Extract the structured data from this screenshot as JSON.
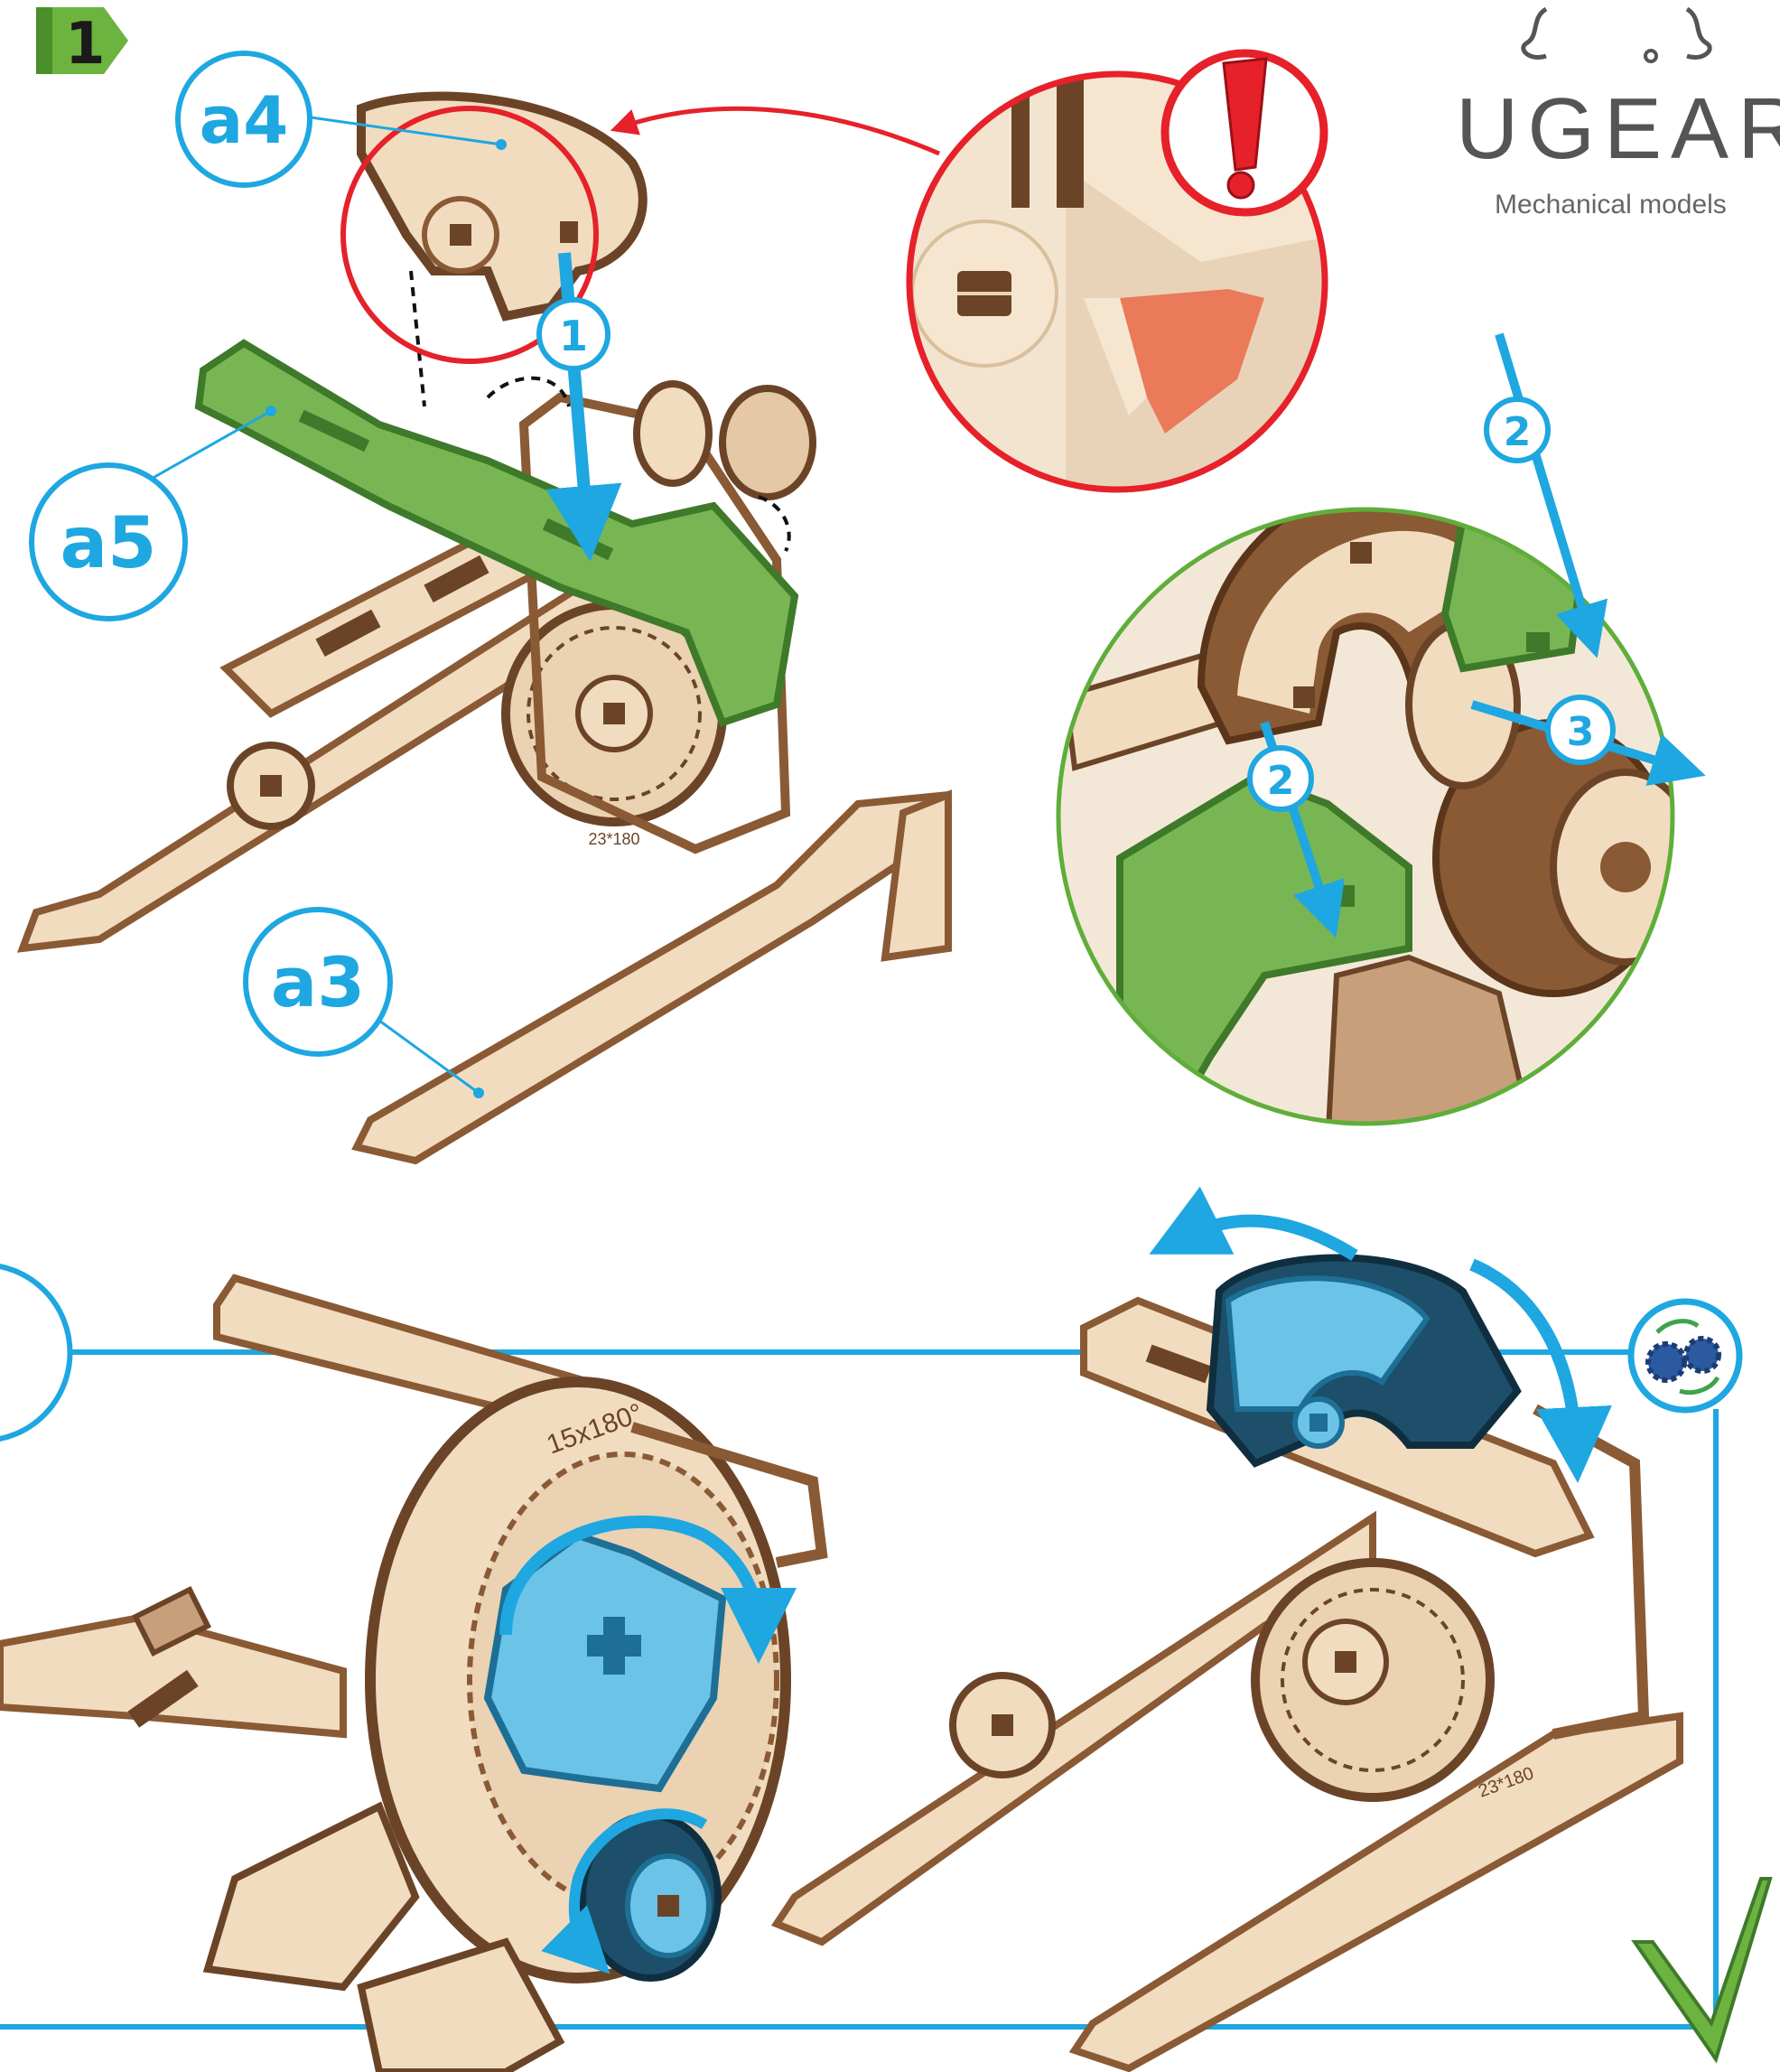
{
  "step": {
    "number": "1"
  },
  "brand": {
    "name": "UGEAR",
    "tagline": "Mechanical models"
  },
  "callouts": {
    "a4": "a4",
    "a5": "a5",
    "a3": "a3"
  },
  "sequence": {
    "s1": "1",
    "s2a": "2",
    "s2b": "2",
    "s3": "3"
  },
  "markings": {
    "gear_top": "23*180",
    "gear_bottom_left": "15x180°",
    "gear_bottom_right": "23*180"
  },
  "colors": {
    "accent_blue": "#1ea7e1",
    "warning_red": "#e62129",
    "green_part": "#78b654",
    "step_green": "#6cb33f",
    "wood_light": "#f2dcc0",
    "wood_dark": "#6b4427"
  }
}
